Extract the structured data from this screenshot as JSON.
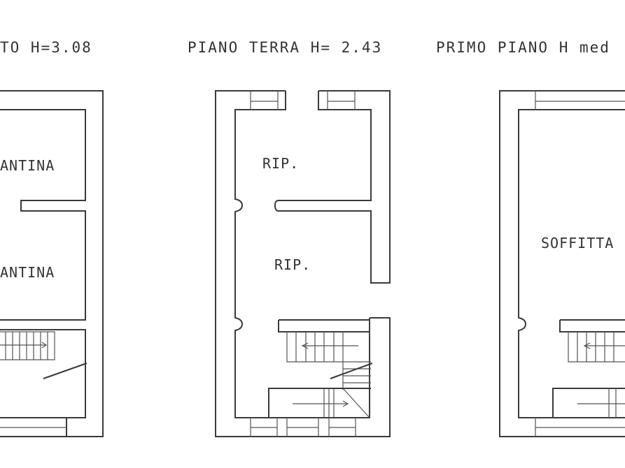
{
  "titles": {
    "left": "TO H=3.08",
    "middle": "PIANO TERRA H= 2.43",
    "right": "PRIMO PIANO H med"
  },
  "rooms": {
    "left_upper": "ANTINA",
    "left_lower": "ANTINA",
    "middle_upper": "RIP.",
    "middle_lower": "RIP.",
    "right_main": "SOFFITTA"
  }
}
